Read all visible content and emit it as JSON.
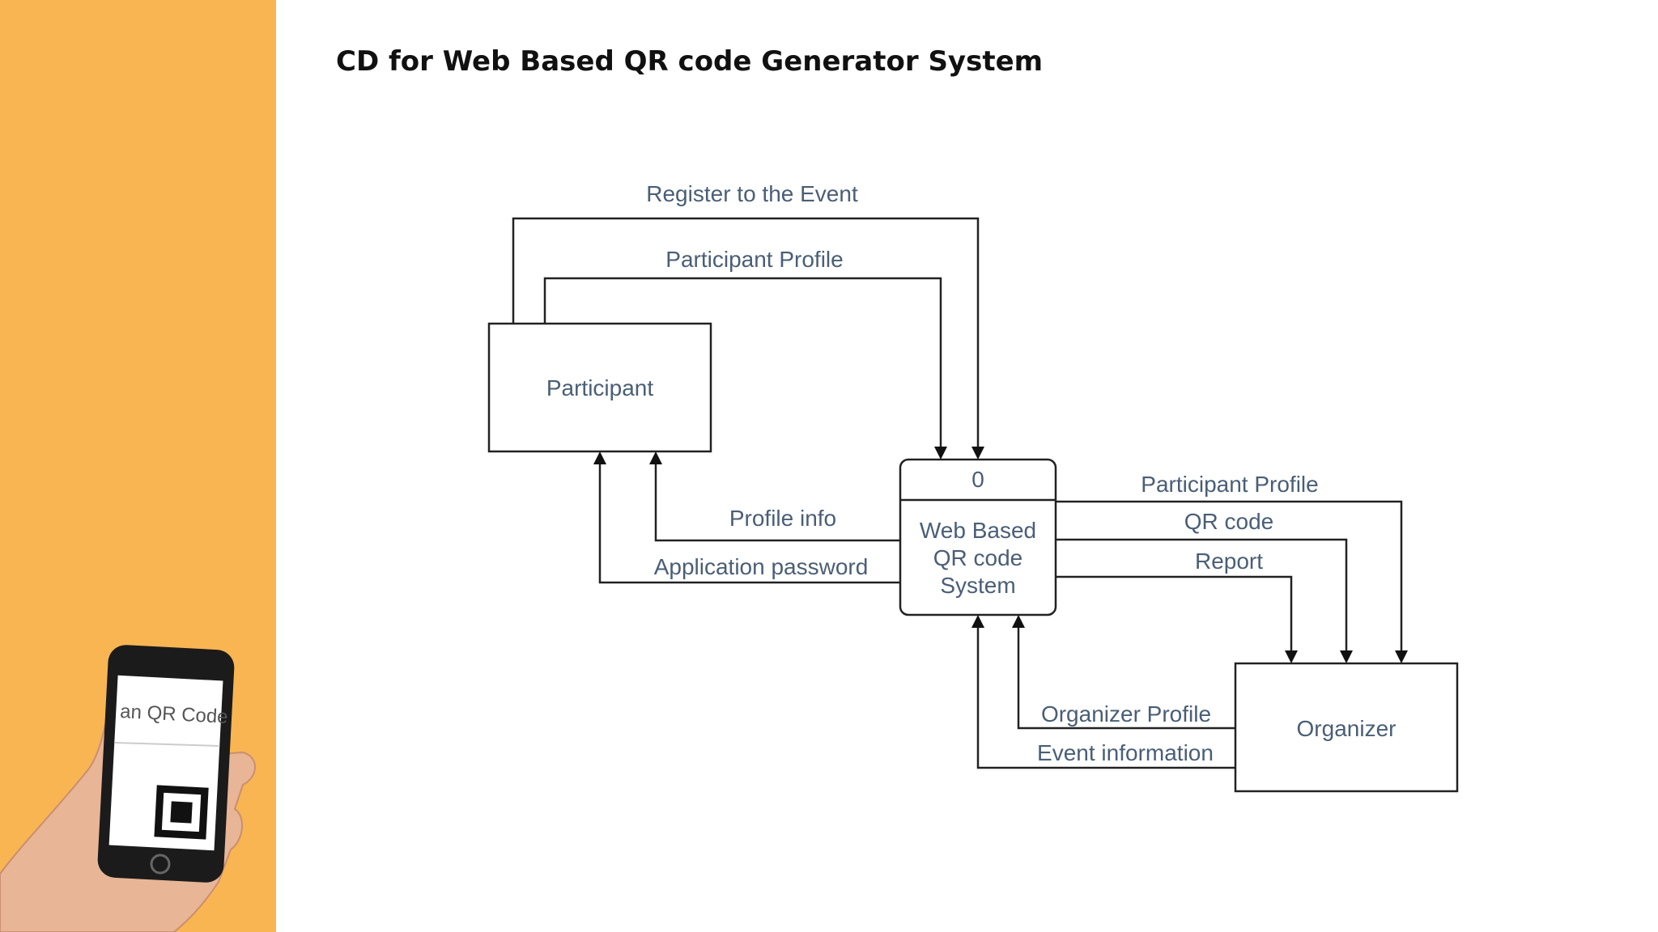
{
  "slide": {
    "title": "CD for Web Based QR code Generator System"
  },
  "phone": {
    "screen_text": "an QR Code"
  },
  "diagram": {
    "entities": {
      "participant": "Participant",
      "organizer": "Organizer"
    },
    "process": {
      "number": "0",
      "name_line1": "Web Based",
      "name_line2": "QR code",
      "name_line3": "System"
    },
    "flows": {
      "register_event": "Register to the Event",
      "participant_profile_in": "Participant Profile",
      "profile_info": "Profile info",
      "application_password": "Application password",
      "participant_profile_out": "Participant Profile",
      "qr_code": "QR code",
      "report": "Report",
      "organizer_profile": "Organizer Profile",
      "event_information": "Event information"
    }
  }
}
